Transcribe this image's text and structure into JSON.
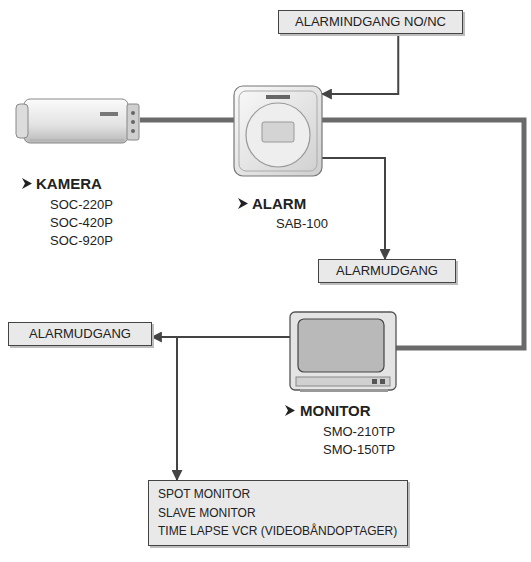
{
  "diagram": {
    "nodes": [
      {
        "text": [
          "ALARMINDGANG NO/NC"
        ]
      },
      {
        "text": [
          "KAMERA",
          "SOC-220P",
          "SOC-420P",
          "SOC-920P"
        ]
      },
      {
        "text": [
          "ALARM",
          "SAB-100"
        ]
      },
      {
        "text": [
          "ALARMUDGANG"
        ]
      },
      {
        "text": [
          "ALARMUDGANG"
        ]
      },
      {
        "text": [
          "MONITOR",
          "SMO-210TP",
          "SMO-150TP"
        ]
      },
      {
        "text": [
          "SPOT MONITOR",
          "SLAVE MONITOR",
          "TIME LAPSE VCR (VIDEOBÅNDOPTAGER)"
        ]
      }
    ],
    "edges": [
      {
        "from": 0,
        "to": 2,
        "arrow": "to"
      },
      {
        "from": 1,
        "to": 2,
        "arrow": "none"
      },
      {
        "from": 2,
        "to": 3,
        "arrow": "to"
      },
      {
        "from": 2,
        "to": 5,
        "arrow": "none"
      },
      {
        "from": 5,
        "to": 4,
        "arrow": "to"
      },
      {
        "from": 5,
        "to": 6,
        "arrow": "to"
      }
    ]
  }
}
